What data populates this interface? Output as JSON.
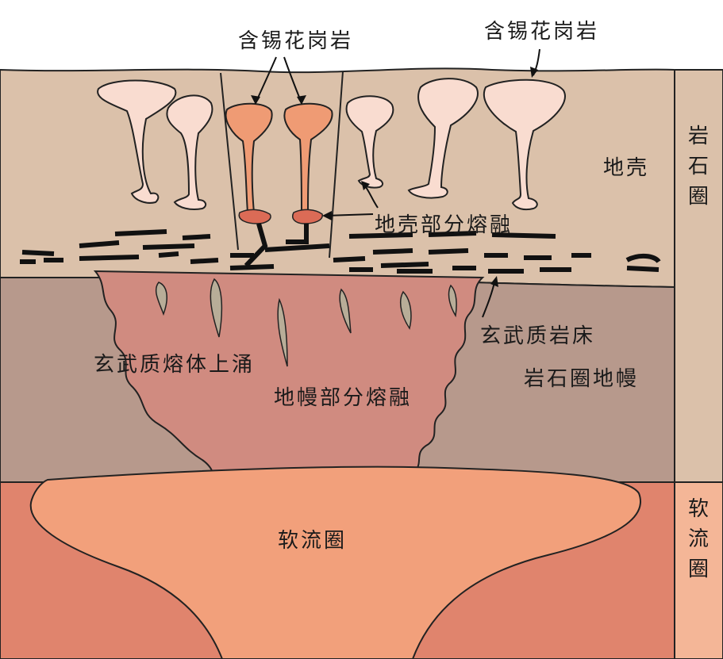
{
  "labels": {
    "tin_granite_left": "含锡花岗岩",
    "tin_granite_right": "含锡花岗岩",
    "crust": "地壳",
    "crust_partial_melting": "地壳部分熔融",
    "basaltic_sill": "玄武质岩床",
    "basaltic_upwelling": "玄武质熔体上涌",
    "lithospheric_mantle": "岩石圈地幔",
    "mantle_partial_melting": "地幔部分熔融",
    "asthenosphere": "软流圈"
  },
  "side_bar": {
    "lithosphere": "岩石圈",
    "asthenosphere": "软流圈"
  },
  "colors": {
    "crust": "#dbc1aa",
    "lithospheric_mantle": "#b7998c",
    "upwelling_zone": "#d08b80",
    "asthenosphere_outer": "#e0846d",
    "asthenosphere_inner": "#f2a07b",
    "granite_light": "#f9dcd0",
    "granite_tin": "#ef9b74",
    "melt_pod": "#db6b56",
    "mantle_melt_drop": "#b8ad98",
    "side_lithosphere": "#dbc1aa",
    "side_asthenosphere": "#f4b697"
  }
}
